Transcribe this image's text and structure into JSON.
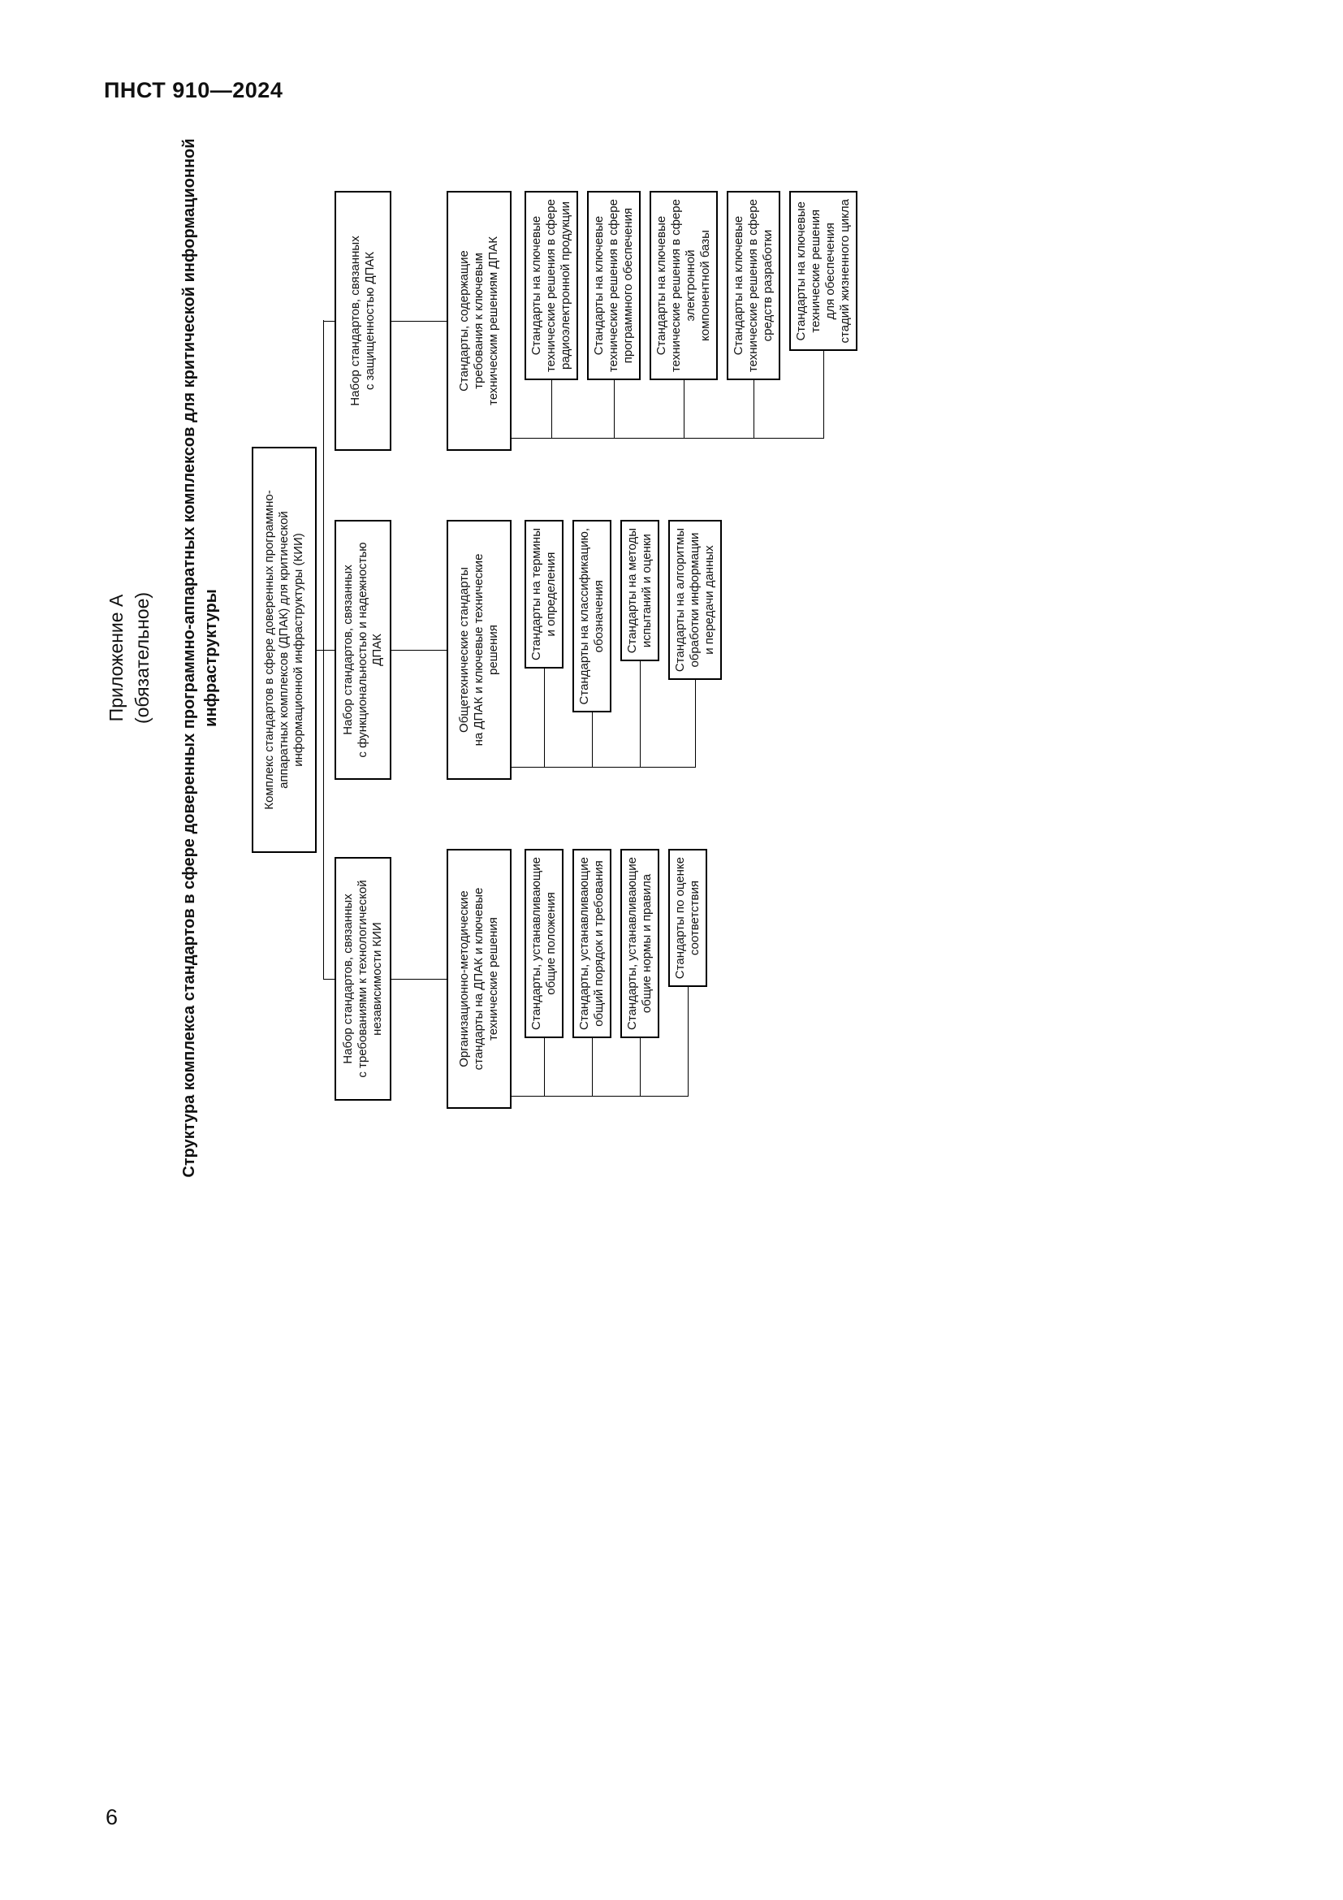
{
  "page": {
    "doc_code": "ПНСТ 910—2024",
    "number": "6"
  },
  "annex": {
    "label": "Приложение А",
    "type": "(обязательное)"
  },
  "figure": {
    "title": "Структура комплекса стандартов в сфере доверенных программно-аппаратных комплексов для критической информационной\nинфраструктуры"
  },
  "diagram": {
    "root": "Комплекс стандартов в сфере доверенных программно-\nаппаратных комплексов (ДПАК) для критической\nинформационной инфраструктуры (КИИ)",
    "branches": [
      {
        "id": "tech-independence",
        "set": "Набор стандартов, связанных\nс требованиями к технологической\nнезависимости КИИ",
        "group": "Организационно-методические\nстандарты на ДПАК и ключевые\nтехнические решения",
        "children": [
          "Стандарты, устанавливающие\nобщие положения",
          "Стандарты, устанавливающие\nобщий порядок и требования",
          "Стандарты, устанавливающие\nобщие нормы и правила",
          "Стандарты по оценке\nсоответствия"
        ]
      },
      {
        "id": "functionality-reliability",
        "set": "Набор стандартов, связанных\nс функциональностью и надежностью\nДПАК",
        "group": "Общетехнические стандарты\nна ДПАК и ключевые технические\nрешения",
        "children": [
          "Стандарты на термины\nи определения",
          "Стандарты на классификацию,\nобозначения",
          "Стандарты на методы\nиспытаний и оценки",
          "Стандарты на алгоритмы\nобработки информации\nи передачи данных"
        ]
      },
      {
        "id": "security",
        "set": "Набор стандартов, связанных\nс защищенностью ДПАК",
        "group": "Стандарты, содержащие\nтребования к ключевым\nтехническим решениям ДПАК",
        "children": [
          "Стандарты на ключевые\nтехнические решения в сфере\nрадиоэлектронной продукции",
          "Стандарты на ключевые\nтехнические решения в сфере\nпрограммного обеспечения",
          "Стандарты на ключевые\nтехнические решения в сфере\nэлектронной\nкомпонентной базы",
          "Стандарты на ключевые\nтехнические решения в сфере\nсредств разработки",
          "Стандарты на ключевые\nтехнические решения\nдля обеспечения\nстадий жизненного цикла"
        ]
      }
    ]
  }
}
